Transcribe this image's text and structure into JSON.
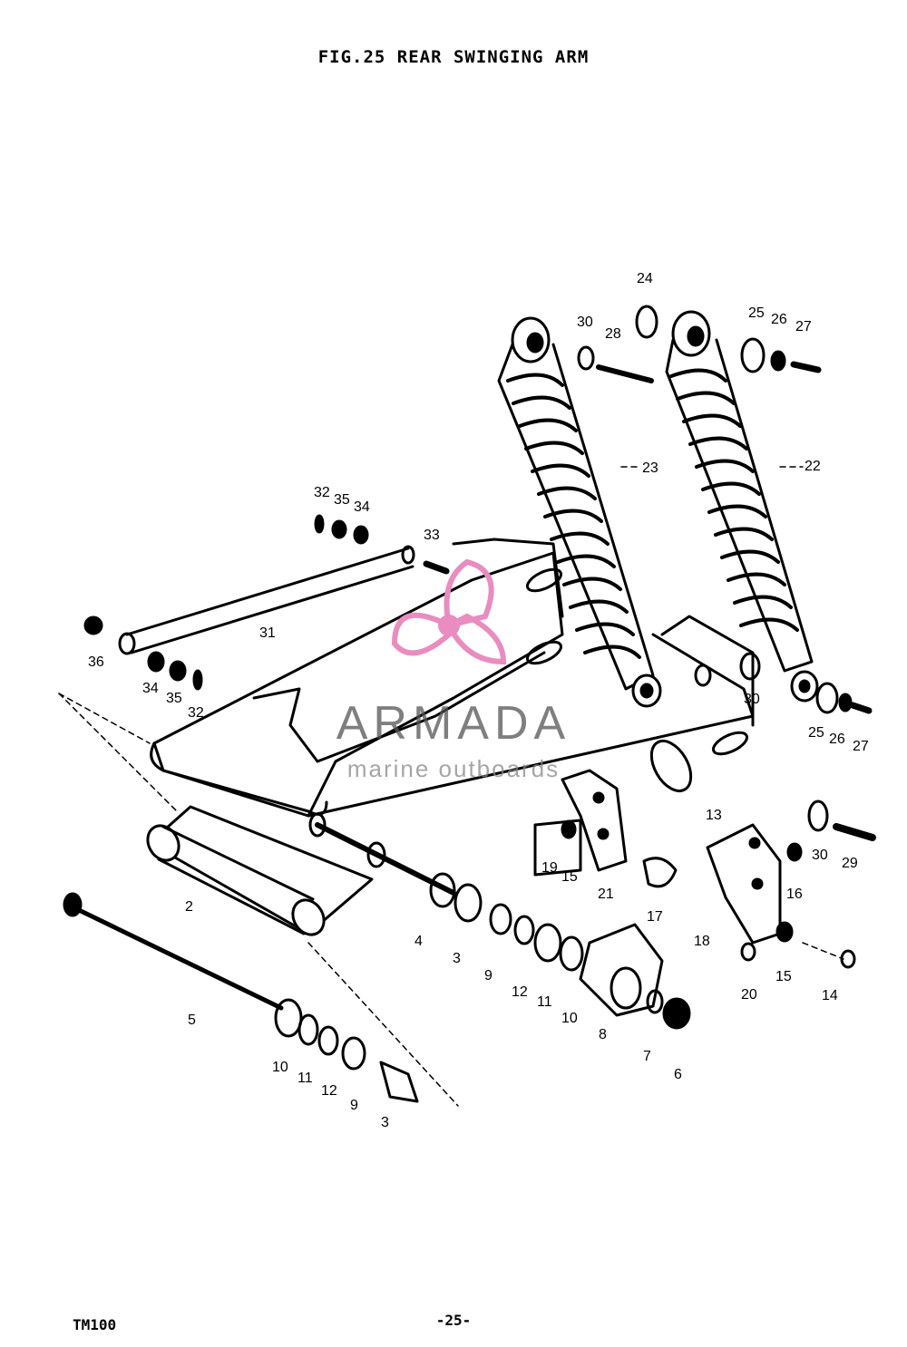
{
  "header": {
    "title": "FIG.25  REAR SWINGING ARM"
  },
  "footer": {
    "model": "TM100",
    "page_number": "-25-"
  },
  "watermark": {
    "brand": "ARMADA",
    "tagline": "marine outboards",
    "accent": "#e98cc0"
  },
  "callouts": [
    "24",
    "30",
    "28",
    "25",
    "26",
    "27",
    "23",
    "22",
    "32",
    "35",
    "34",
    "33",
    "31",
    "36",
    "34",
    "35",
    "32",
    "30",
    "25",
    "26",
    "27",
    "13",
    "30",
    "29",
    "19",
    "15",
    "21",
    "16",
    "17",
    "18",
    "15",
    "20",
    "14",
    "2",
    "4",
    "3",
    "9",
    "12",
    "11",
    "10",
    "8",
    "7",
    "6",
    "5",
    "10",
    "11",
    "12",
    "9",
    "3"
  ],
  "colors": {
    "ink": "#000000",
    "paper": "#ffffff"
  }
}
